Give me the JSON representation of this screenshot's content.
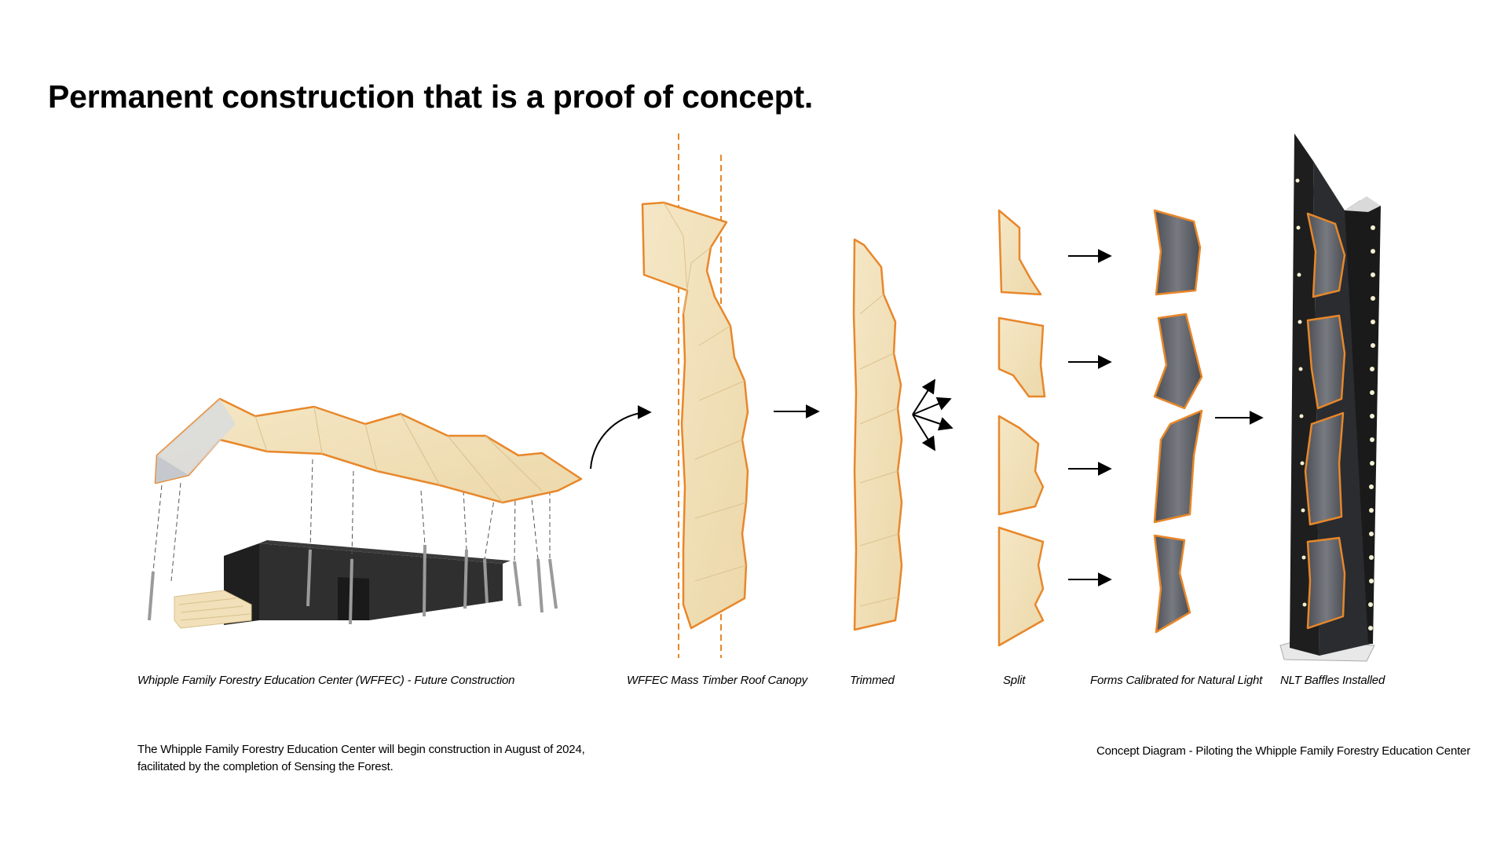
{
  "title": "Permanent construction that is a proof of concept.",
  "captions": {
    "wffec": "Whipple Family Forestry Education Center (WFFEC) - Future Construction",
    "canopy": "WFFEC Mass Timber Roof Canopy",
    "trimmed": "Trimmed",
    "split": "Split",
    "calibrated": "Forms Calibrated for Natural Light",
    "baffles": "NLT Baffles Installed"
  },
  "footnote": {
    "line1": "The Whipple Family Forestry Education Center will begin construction in August of 2024,",
    "line2": "facilitated by the completion of Sensing the Forest."
  },
  "diagram_caption": "Concept Diagram - Piloting the Whipple Family Forestry Education Center",
  "colors": {
    "accent_orange": "#e8872a",
    "timber": "#f2e2bd",
    "timber_shade": "#e5d0a0",
    "dark_wall": "#2b2b2b",
    "baffle_gray": "#5e6167"
  }
}
